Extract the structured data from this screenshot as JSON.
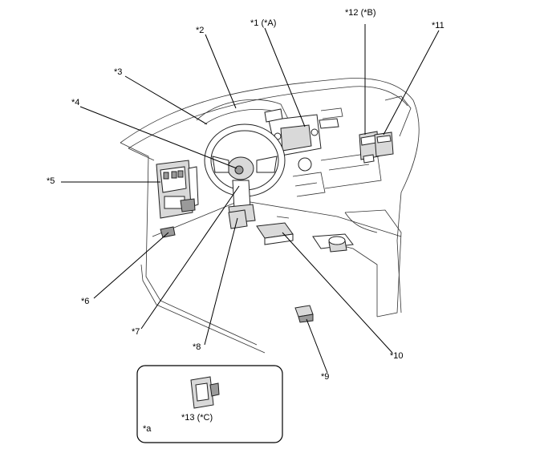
{
  "labels": {
    "l1": "*1 (*A)",
    "l2": "*2",
    "l3": "*3",
    "l4": "*4",
    "l5": "*5",
    "l6": "*6",
    "l7": "*7",
    "l8": "*8",
    "l9": "*9",
    "l10": "*10",
    "l11": "*11",
    "l12": "*12 (*B)",
    "l13": "*13 (*C)",
    "la": "*a"
  }
}
